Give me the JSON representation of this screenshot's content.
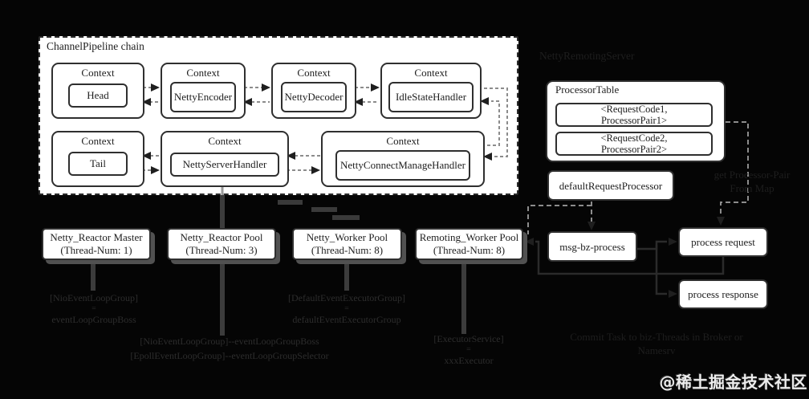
{
  "pipeline_panel": {
    "title": "ChannelPipeline chain",
    "context_label": "Context",
    "handlers": [
      "Head",
      "NettyEncoder",
      "NettyDecoder",
      "IdleStateHandler",
      "Tail",
      "NettyServerHandler",
      "NettyConnectManageHandler"
    ]
  },
  "thread_pools": [
    {
      "name": "Netty_Reactor Master",
      "threads": "(Thread-Num: 1)",
      "impl": [
        "[NioEventLoopGroup]",
        "=",
        "eventLoopGroupBoss"
      ]
    },
    {
      "name": "Netty_Reactor Pool",
      "threads": "(Thread-Num: 3)",
      "impl": [
        "[NioEventLoopGroup]--eventLoopGroupBoss",
        "[EpollEventLoopGroup]--eventLoopGroupSelector"
      ]
    },
    {
      "name": "Netty_Worker Pool",
      "threads": "(Thread-Num: 8)",
      "impl": [
        "[DefaultEventExecutorGroup]",
        "=",
        "defaultEventExecutorGroup"
      ]
    },
    {
      "name": "Remoting_Worker Pool",
      "threads": "(Thread-Num: 8)",
      "impl": [
        "[ExecutorService]",
        "=",
        "xxxExecutor"
      ]
    }
  ],
  "server_panel": {
    "title": "NettyRemotingServer",
    "processor_table": {
      "title": "ProcessorTable",
      "rows": [
        {
          "line1": "<RequestCode1,",
          "line2": "ProcessorPair1>"
        },
        {
          "line1": "<RequestCode2,",
          "line2": "ProcessorPair2>"
        }
      ]
    },
    "default_request_processor": "defaultRequestProcessor",
    "get_pair_line1": "get Processor-Pair",
    "get_pair_line2": "From Map",
    "msg_bz_process": "msg-bz-process",
    "process_request": "process request",
    "process_response": "process response",
    "commit_line1": "Commit Task to biz-Threads in Broker or",
    "commit_line2": "Namesrv"
  },
  "watermark": "@稀土掘金技术社区",
  "colors": {
    "background": "#050505",
    "panel": "#ffffff",
    "border_dark": "#2f2f2f",
    "dashed_gray": "#8c8c8c",
    "arrow_black": "#1f1f1f",
    "faint_text": "#2d2d2d"
  }
}
